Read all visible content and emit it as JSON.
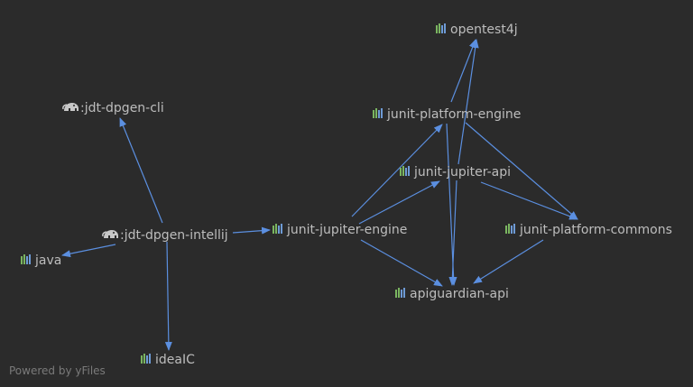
{
  "colors": {
    "background": "#2b2b2b",
    "edge": "#5b8fe0",
    "label": "#bdbdbd",
    "library_icon_green": "#7ab560",
    "library_icon_blue": "#6e9bd6",
    "module_icon": "#c8c8c8"
  },
  "nodes": [
    {
      "id": "jdt-dpgen-cli",
      "label": ":jdt-dpgen-cli",
      "icon": "gradle-elephant-icon"
    },
    {
      "id": "jdt-dpgen-intellij",
      "label": ":jdt-dpgen-intellij",
      "icon": "gradle-elephant-icon"
    },
    {
      "id": "java",
      "label": "java",
      "icon": "library-icon"
    },
    {
      "id": "ideaIC",
      "label": "ideaIC",
      "icon": "library-icon"
    },
    {
      "id": "junit-jupiter-engine",
      "label": "junit-jupiter-engine",
      "icon": "library-icon"
    },
    {
      "id": "junit-platform-engine",
      "label": "junit-platform-engine",
      "icon": "library-icon"
    },
    {
      "id": "opentest4j",
      "label": "opentest4j",
      "icon": "library-icon"
    },
    {
      "id": "junit-jupiter-api",
      "label": "junit-jupiter-api",
      "icon": "library-icon"
    },
    {
      "id": "junit-platform-commons",
      "label": "junit-platform-commons",
      "icon": "library-icon"
    },
    {
      "id": "apiguardian-api",
      "label": "apiguardian-api",
      "icon": "library-icon"
    }
  ],
  "edges": [
    {
      "from": "jdt-dpgen-intellij",
      "to": "jdt-dpgen-cli"
    },
    {
      "from": "jdt-dpgen-intellij",
      "to": "java"
    },
    {
      "from": "jdt-dpgen-intellij",
      "to": "ideaIC"
    },
    {
      "from": "jdt-dpgen-intellij",
      "to": "junit-jupiter-engine"
    },
    {
      "from": "junit-jupiter-engine",
      "to": "junit-platform-engine"
    },
    {
      "from": "junit-jupiter-engine",
      "to": "junit-jupiter-api"
    },
    {
      "from": "junit-jupiter-engine",
      "to": "apiguardian-api"
    },
    {
      "from": "junit-platform-engine",
      "to": "opentest4j"
    },
    {
      "from": "junit-platform-engine",
      "to": "junit-platform-commons"
    },
    {
      "from": "junit-platform-engine",
      "to": "apiguardian-api"
    },
    {
      "from": "junit-jupiter-api",
      "to": "opentest4j"
    },
    {
      "from": "junit-jupiter-api",
      "to": "junit-platform-commons"
    },
    {
      "from": "junit-jupiter-api",
      "to": "apiguardian-api"
    },
    {
      "from": "junit-platform-commons",
      "to": "apiguardian-api"
    }
  ],
  "footer": "Powered by yFiles"
}
